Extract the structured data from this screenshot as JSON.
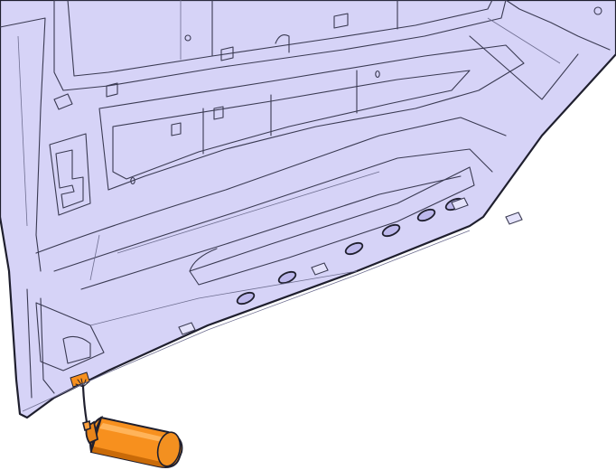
{
  "figure": {
    "subject": "door-inner-panel",
    "callout": "spray-can-applied-at-drain-hole"
  },
  "colors": {
    "panel_fill": "#d6d3f7",
    "panel_shade": "#c6c2f0",
    "panel_light": "#e4e2fb",
    "line": "#1f1f2e",
    "can_body": "#f7901e",
    "can_dark": "#c96a08",
    "can_light": "#ffb45a",
    "target_patch": "#f7901e"
  },
  "icons": [
    "spray-can-icon"
  ],
  "drain_slots": 6,
  "clip_tabs": 4
}
